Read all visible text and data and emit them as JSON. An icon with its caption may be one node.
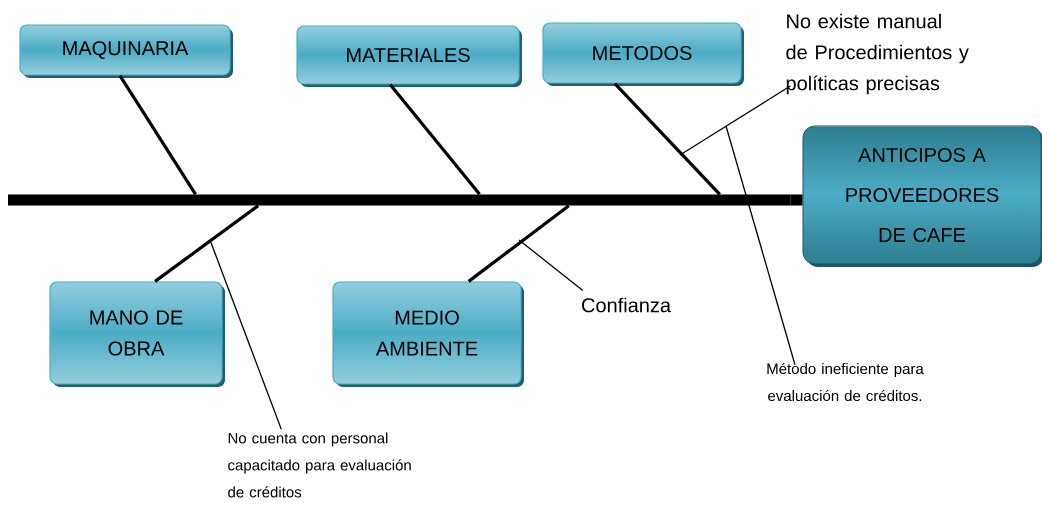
{
  "diagram": {
    "nodes": [
      {
        "text": [
          "MAQUINARIA"
        ]
      },
      {
        "text": [
          "MATERIALES"
        ]
      },
      {
        "text": [
          "METODOS"
        ]
      },
      {
        "text": [
          "ANTICIPOS A PROVEEDORES DE CAFE"
        ]
      },
      {
        "text": [
          "MANO DE OBRA"
        ]
      },
      {
        "text": [
          "MEDIO AMBIENTE"
        ]
      },
      {
        "text": [
          "No existe manual de Procedimientos y políticas precisas"
        ]
      },
      {
        "text": [
          "Método ineficiente para evaluación de créditos."
        ]
      },
      {
        "text": [
          "Confianza"
        ]
      },
      {
        "text": [
          "No cuenta con personal capacitado para evaluación de créditos"
        ]
      },
      {
        "text": [],
        "shape": "bar"
      }
    ],
    "edges": [
      {
        "from": 0,
        "to": 10,
        "arrow": "none"
      },
      {
        "from": 1,
        "to": 10,
        "arrow": "none"
      },
      {
        "from": 2,
        "to": 10,
        "arrow": "none"
      },
      {
        "from": 4,
        "to": 10,
        "arrow": "none"
      },
      {
        "from": 5,
        "to": 10,
        "arrow": "none"
      },
      {
        "from": 10,
        "to": 3,
        "arrow": "none",
        "style": "thick"
      },
      {
        "from": 6,
        "to": null,
        "arrow": "none"
      },
      {
        "from": 7,
        "to": null,
        "arrow": "none"
      },
      {
        "from": 8,
        "to": null,
        "arrow": "none"
      },
      {
        "from": 9,
        "to": null,
        "arrow": "none"
      }
    ]
  }
}
